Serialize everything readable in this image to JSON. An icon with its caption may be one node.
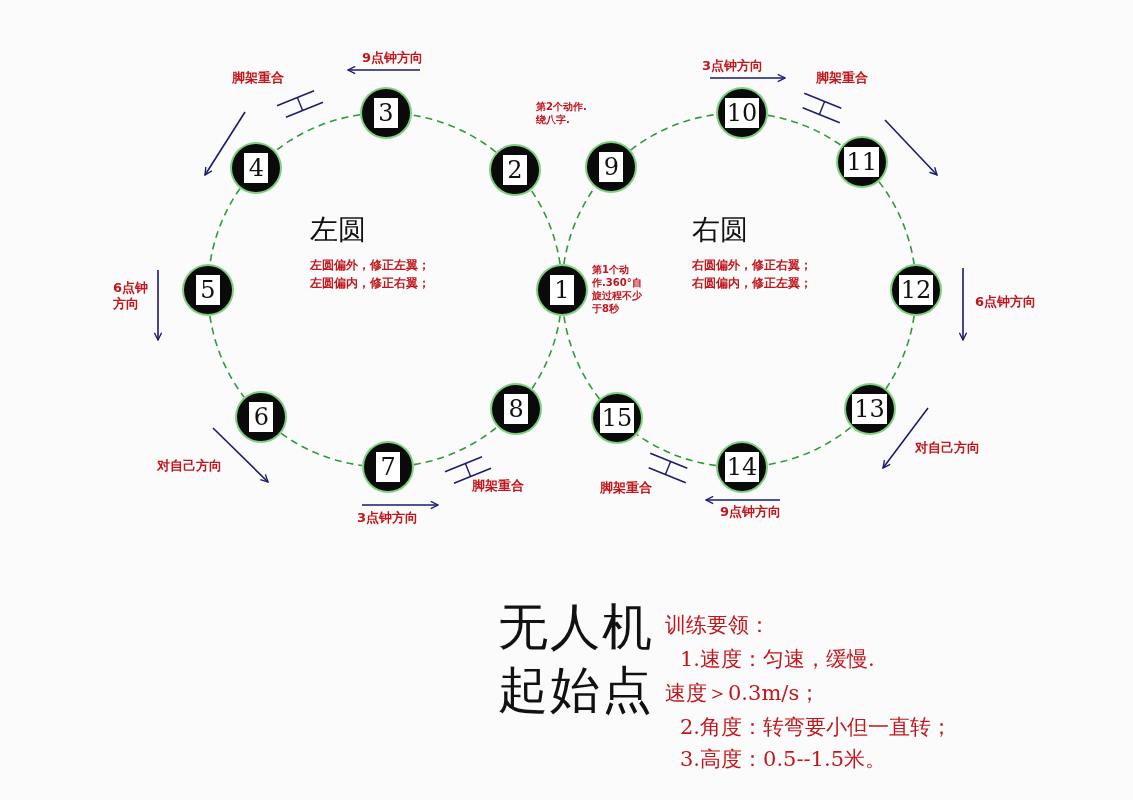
{
  "diagram": {
    "nodes": [
      {
        "text": [
          "1"
        ],
        "beside": [
          "第1个动作.360°自旋过程不少于8秒"
        ]
      },
      {
        "text": [
          "2"
        ],
        "beside": [
          "第2个动作.绕八字."
        ]
      },
      {
        "text": [
          "3"
        ]
      },
      {
        "text": [
          "4"
        ]
      },
      {
        "text": [
          "5"
        ]
      },
      {
        "text": [
          "6"
        ]
      },
      {
        "text": [
          "7"
        ]
      },
      {
        "text": [
          "8"
        ]
      },
      {
        "text": [
          "9"
        ]
      },
      {
        "text": [
          "10"
        ]
      },
      {
        "text": [
          "11"
        ]
      },
      {
        "text": [
          "12"
        ]
      },
      {
        "text": [
          "13"
        ]
      },
      {
        "text": [
          "14"
        ]
      },
      {
        "text": [
          "15"
        ]
      }
    ],
    "edges": [
      {
        "from": 0,
        "to": 1,
        "arrow": "none",
        "style": "dashed",
        "color": "#2e9a3a"
      },
      {
        "from": 1,
        "to": 2,
        "arrow": "none",
        "style": "dashed",
        "color": "#2e9a3a"
      },
      {
        "from": 2,
        "to": 3,
        "arrow": "none",
        "style": "dashed",
        "color": "#2e9a3a"
      },
      {
        "from": 3,
        "to": 4,
        "arrow": "none",
        "style": "dashed",
        "color": "#2e9a3a"
      },
      {
        "from": 4,
        "to": 5,
        "arrow": "none",
        "style": "dashed",
        "color": "#2e9a3a"
      },
      {
        "from": 5,
        "to": 6,
        "arrow": "none",
        "style": "dashed",
        "color": "#2e9a3a"
      },
      {
        "from": 6,
        "to": 7,
        "arrow": "none",
        "style": "dashed",
        "color": "#2e9a3a"
      },
      {
        "from": 7,
        "to": 0,
        "arrow": "none",
        "style": "dashed",
        "color": "#2e9a3a"
      },
      {
        "from": 0,
        "to": 8,
        "arrow": "none",
        "style": "dashed",
        "color": "#2e9a3a"
      },
      {
        "from": 8,
        "to": 9,
        "arrow": "none",
        "style": "dashed",
        "color": "#2e9a3a"
      },
      {
        "from": 9,
        "to": 10,
        "arrow": "none",
        "style": "dashed",
        "color": "#2e9a3a"
      },
      {
        "from": 10,
        "to": 11,
        "arrow": "none",
        "style": "dashed",
        "color": "#2e9a3a"
      },
      {
        "from": 11,
        "to": 12,
        "arrow": "none",
        "style": "dashed",
        "color": "#2e9a3a"
      },
      {
        "from": 12,
        "to": 13,
        "arrow": "none",
        "style": "dashed",
        "color": "#2e9a3a"
      },
      {
        "from": 13,
        "to": 14,
        "arrow": "none",
        "style": "dashed",
        "color": "#2e9a3a"
      },
      {
        "from": 14,
        "to": 0,
        "arrow": "none",
        "style": "dashed",
        "color": "#2e9a3a"
      }
    ],
    "labels": [
      "9点钟方向",
      "脚架重合",
      "3点钟方向",
      "脚架重合",
      "左圆",
      "右圆",
      "左圆偏外，修正左翼；",
      "左圆偏内，修正右翼；",
      "右圆偏外，修正右翼；",
      "右圆偏内，修正左翼；",
      "6点钟方向",
      "6点钟方向",
      "对自己方向",
      "对自己方向",
      "脚架重合",
      "3点钟方向",
      "脚架重合",
      "9点钟方向",
      "无人机起始点",
      "训练要领：",
      "1.速度：匀速，缓慢.",
      "速度＞0.3m/s；",
      "2.角度：转弯要小但一直转；",
      "3.高度：0.5--1.5米。"
    ]
  }
}
